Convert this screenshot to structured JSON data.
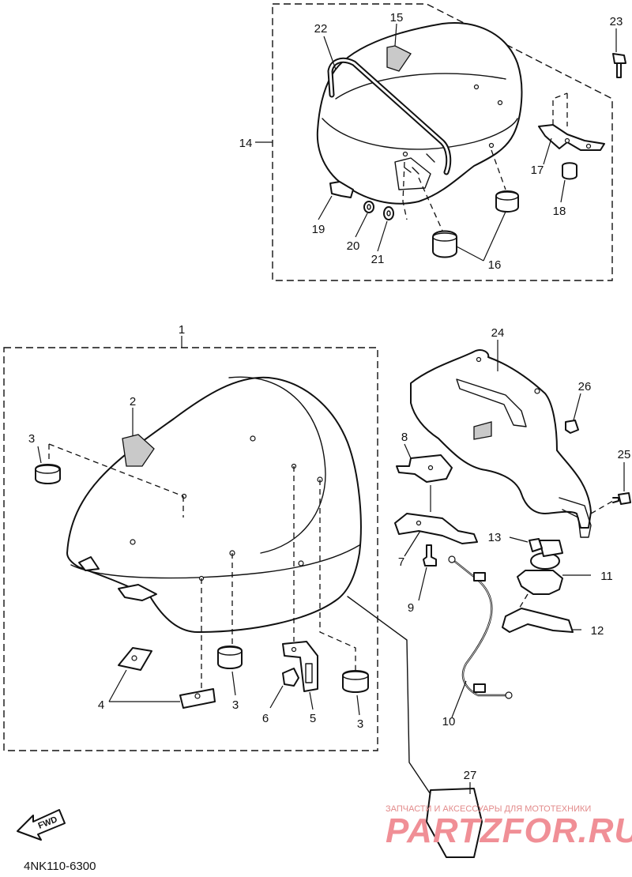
{
  "diagram_code": "4NK110-6300",
  "fwd_label": "FWD",
  "watermark": {
    "line1": "ЗАПЧАСТИ И АКСЕССУАРЫ ДЛЯ МОТОТЕХНИКИ",
    "line2": "PARTZFOR.RU"
  },
  "callouts": [
    "1",
    "2",
    "3",
    "4",
    "5",
    "6",
    "7",
    "8",
    "9",
    "10",
    "11",
    "12",
    "13",
    "14",
    "15",
    "16",
    "17",
    "18",
    "19",
    "20",
    "21",
    "22",
    "23",
    "24",
    "25",
    "26",
    "27"
  ]
}
